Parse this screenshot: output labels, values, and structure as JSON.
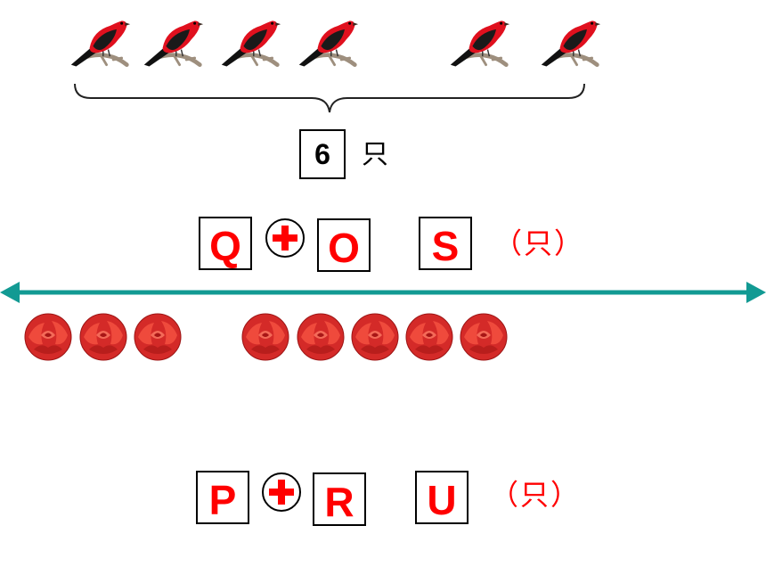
{
  "top_count": "6",
  "unit": "只",
  "birds": [
    "bird",
    "bird",
    "bird",
    "bird",
    "bird",
    "bird"
  ],
  "equation_1": {
    "left": "Q",
    "operator": "plus",
    "right": "O",
    "result": "S",
    "unit": "（只）"
  },
  "equation_2": {
    "left": "P",
    "operator": "plus",
    "right": "R",
    "result": "U",
    "unit": "（只）"
  },
  "flowers_left_group": 3,
  "flowers_right_group": 5,
  "colors": {
    "accent_red": "#ff0000",
    "bird_red": "#e0101e",
    "arrow_teal": "#129a93",
    "flower_red": "#d42a28"
  }
}
